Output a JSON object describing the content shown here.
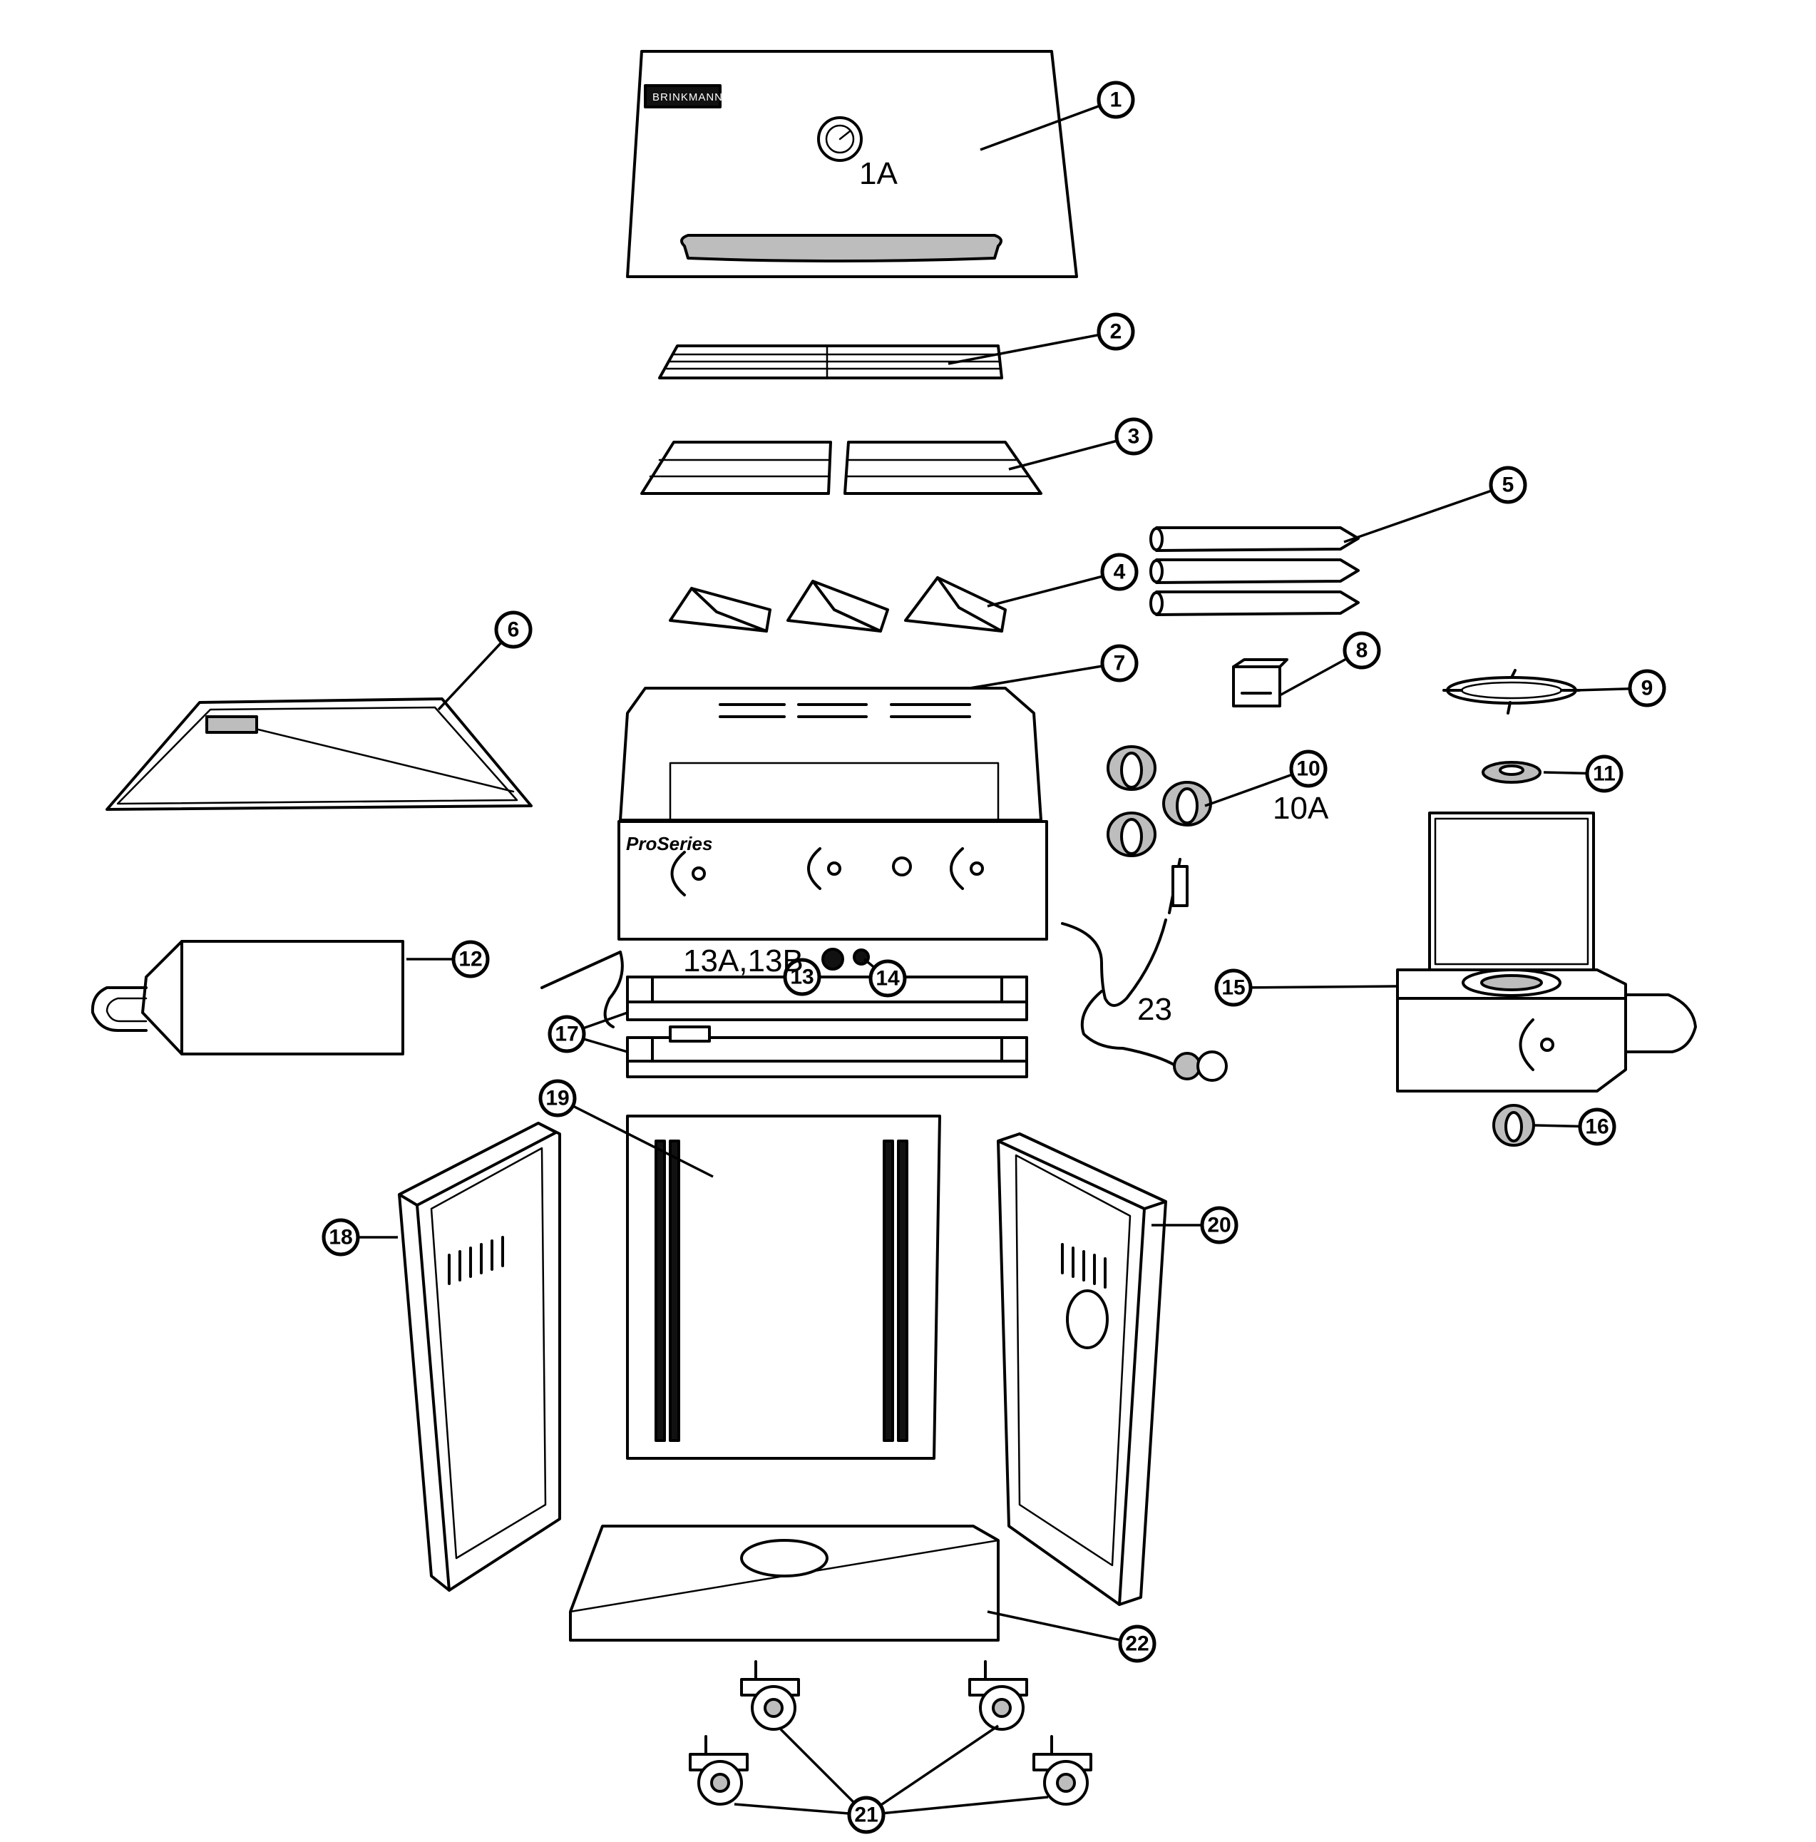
{
  "diagram": {
    "brand_plate": "BRINKMANN",
    "control_panel_badge": "ProSeries",
    "callouts": [
      "1",
      "2",
      "3",
      "4",
      "5",
      "6",
      "7",
      "8",
      "9",
      "10",
      "11",
      "12",
      "13",
      "14",
      "15",
      "16",
      "17",
      "18",
      "19",
      "20",
      "21",
      "22"
    ],
    "free_labels": {
      "l_1A": "1A",
      "l_10A": "10A",
      "l_13AB": "13A,13B",
      "l_23": "23"
    }
  }
}
